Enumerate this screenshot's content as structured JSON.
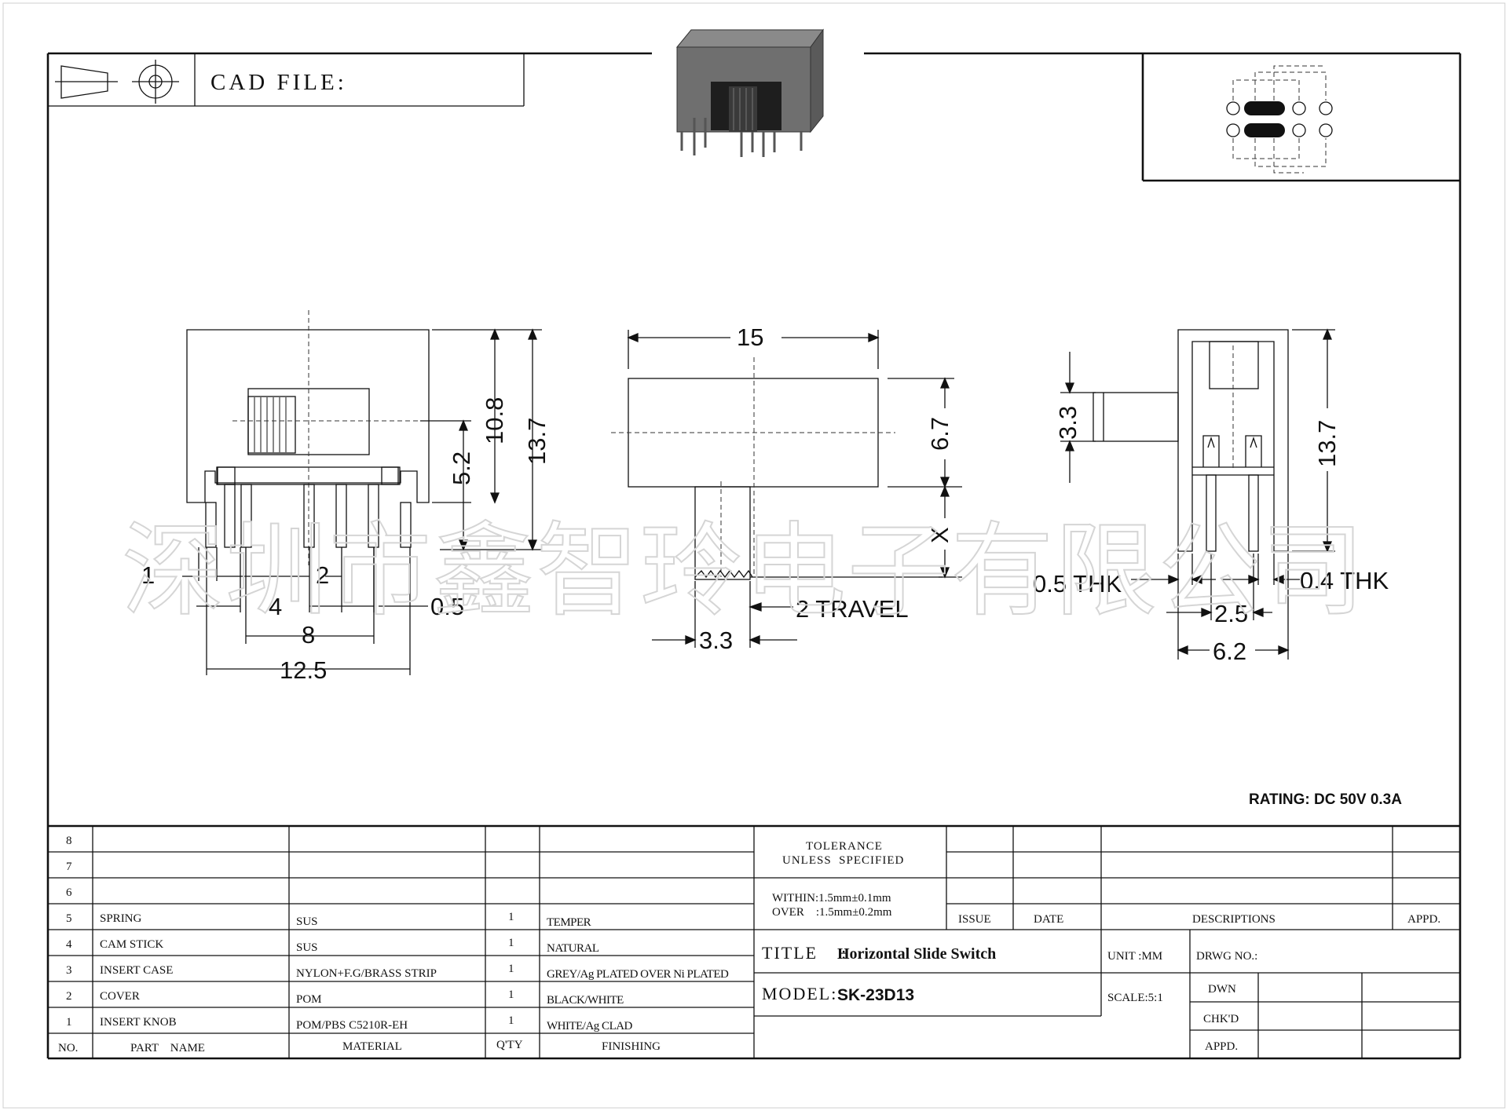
{
  "header": {
    "cad_file_label": "CAD FILE:"
  },
  "watermark": "深圳市鑫智玲电子有限公司",
  "dimensions": {
    "front": {
      "pin_pitch_small": "1",
      "pitch_2": "2",
      "pitch_4": "4",
      "pin_width": "0.5",
      "pitch_8": "8",
      "overall_width": "12.5",
      "height_knob": "5.2",
      "height_body": "10.8",
      "height_total": "13.7"
    },
    "top": {
      "length": "15",
      "body_height": "6.7",
      "knob_x": "X",
      "travel": "2 TRAVEL",
      "knob_width": "3.3"
    },
    "side": {
      "knob_height": "3.3",
      "height_total": "13.7",
      "thk_left": "0.5 THK",
      "thk_right": "0.4 THK",
      "pin_pitch": "2.5",
      "overall_depth": "6.2"
    }
  },
  "rating": "RATING: DC 50V 0.3A",
  "bom": {
    "headers": {
      "no": "NO.",
      "part_name": "PART    NAME",
      "material": "MATERIAL",
      "qty": "Q'TY",
      "finishing": "FINISHING"
    },
    "rows": [
      {
        "no": "8",
        "part": "",
        "material": "",
        "qty": "",
        "finish": ""
      },
      {
        "no": "7",
        "part": "",
        "material": "",
        "qty": "",
        "finish": ""
      },
      {
        "no": "6",
        "part": "",
        "material": "",
        "qty": "",
        "finish": ""
      },
      {
        "no": "5",
        "part": "SPRING",
        "material": "SUS",
        "qty": "1",
        "finish": "TEMPER"
      },
      {
        "no": "4",
        "part": "CAM  STICK",
        "material": "SUS",
        "qty": "1",
        "finish": "NATURAL"
      },
      {
        "no": "3",
        "part": "INSERT CASE",
        "material": "NYLON+F.G/BRASS STRIP",
        "qty": "1",
        "finish": "GREY/Ag PLATED OVER Ni PLATED"
      },
      {
        "no": "2",
        "part": "COVER",
        "material": "POM",
        "qty": "1",
        "finish": "BLACK/WHITE"
      },
      {
        "no": "1",
        "part": "INSERT KNOB",
        "material": "POM/PBS C5210R-EH",
        "qty": "1",
        "finish": "WHITE/Ag CLAD"
      }
    ]
  },
  "titleblock": {
    "tolerance_line1": "TOLERANCE",
    "tolerance_line2": "UNLESS  SPECIFIED",
    "within": "WITHIN:1.5mm±0.1mm",
    "over": "OVER    :1.5mm±0.2mm",
    "issue": "ISSUE",
    "date": "DATE",
    "descriptions": "DESCRIPTIONS",
    "appd_top": "APPD.",
    "title_label": "TITLE    :",
    "title_value": "Horizontal Slide Switch",
    "unit": "UNIT :MM",
    "drwg_no": "DRWG NO.:",
    "model_label": "MODEL:",
    "model_value": "SK-23D13",
    "scale": "SCALE:5:1",
    "dwn": "DWN",
    "chkd": "CHK'D",
    "appd": "APPD."
  },
  "colors": {
    "line": "#111111",
    "watermark": "#d5d5d5",
    "pad_fill": "#111111"
  }
}
